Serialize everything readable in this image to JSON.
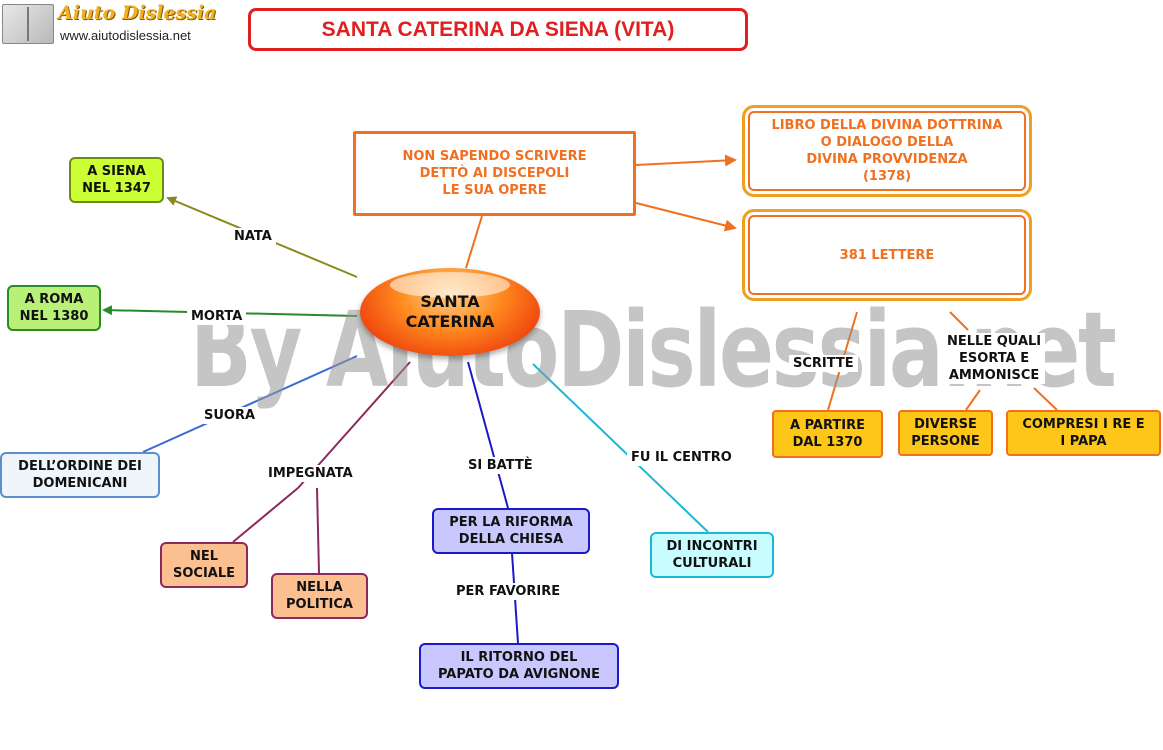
{
  "header": {
    "logo_name": "Aiuto Dislessia",
    "logo_url": "www.aiutodislessia.net",
    "title": "SANTA CATERINA DA SIENA (VITA)"
  },
  "watermark": "By AiutoDislessia.net",
  "center": "SANTA\nCATERINA",
  "labels": {
    "nata": "NATA",
    "morta": "MORTA",
    "suora": "SUORA",
    "impegnata": "IMPEGNATA",
    "si_batte": "SI BATTÈ",
    "per_favorire": "PER FAVORIRE",
    "fu_il_centro": "FU IL CENTRO",
    "scritte": "SCRITTE",
    "nelle_quali": "NELLE QUALI\nESORTA E\nAMMONISCE"
  },
  "nodes": {
    "siena": "A SIENA\nNEL 1347",
    "roma": "A ROMA\nNEL 1380",
    "domenicani": "DELL’ORDINE DEI\nDOMENICANI",
    "sociale": "NEL\nSOCIALE",
    "politica": "NELLA\nPOLITICA",
    "riforma": "PER LA RIFORMA\nDELLA CHIESA",
    "ritorno": "IL RITORNO DEL\nPAPATO DA AVIGNONE",
    "incontri": "DI INCONTRI\nCULTURALI",
    "non_sapendo": "NON SAPENDO SCRIVERE\nDETTÒ AI DISCEPOLI\nLE SUA OPERE",
    "libro": "LIBRO DELLA DIVINA DOTTRINA\nO DIALOGO DELLA\nDIVINA PROVVIDENZA\n(1378)",
    "lettere": "381 LETTERE",
    "partire": "A PARTIRE\nDAL 1370",
    "diverse": "DIVERSE\nPERSONE",
    "compresi": "COMPRESI I RE E\nI  PAPA"
  },
  "colors": {
    "title_red": "#e02020",
    "orange": "#f07020",
    "yellow_green": "#ccff33",
    "green": "#b8f078",
    "light_blue": "#eef6fb",
    "salmon": "#fbbf90",
    "lavender": "#c8c8ff",
    "cyan": "#c8fcff",
    "amber": "#ffc61a"
  }
}
